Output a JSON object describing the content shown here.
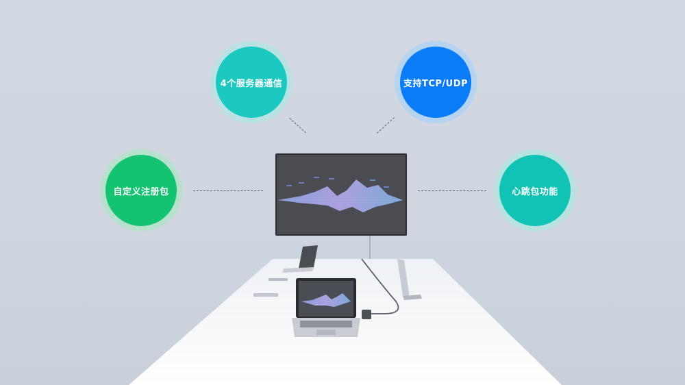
{
  "features": [
    {
      "id": "servers",
      "label": "4个服务器通信",
      "color": "#1cc9c1",
      "ring": "#b9e3e3"
    },
    {
      "id": "protocol",
      "label": "支持TCP/UDP",
      "color": "#0b7cf7",
      "ring": "#b4d4f1"
    },
    {
      "id": "register",
      "label": "自定义注册包",
      "color": "#13c36f",
      "ring": "#b6e2cd"
    },
    {
      "id": "heartbeat",
      "label": "心跳包功能",
      "color": "#11c3b4",
      "ring": "#b6e2df"
    }
  ]
}
